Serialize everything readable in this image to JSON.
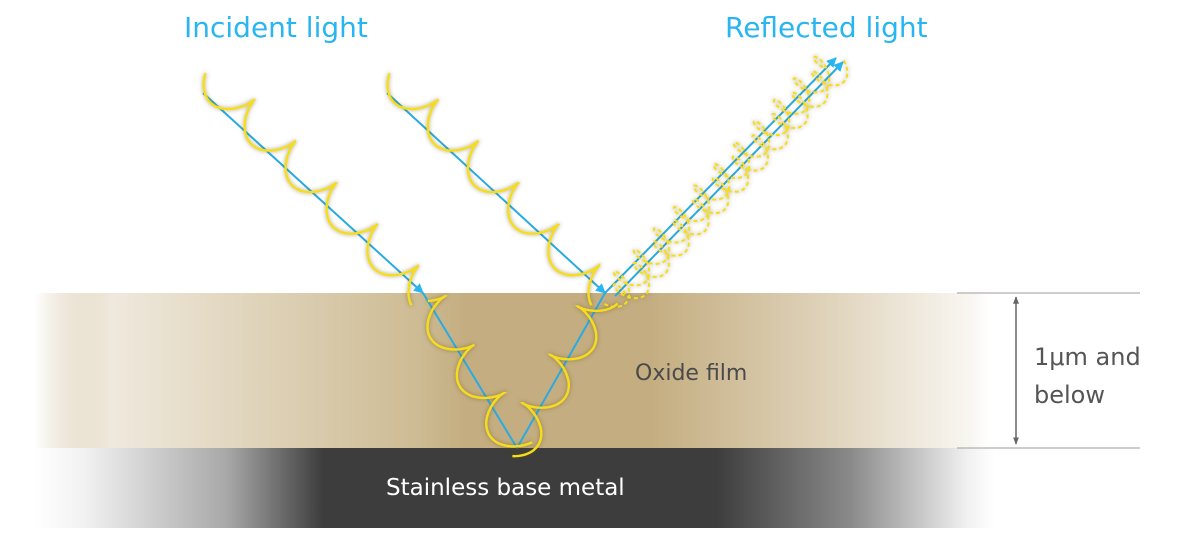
{
  "diagram": {
    "title_incident": "Incident light",
    "title_reflected": "Reflected light",
    "layers": {
      "oxide_film": "Oxide film",
      "base_metal": "Stainless base metal"
    },
    "dimension_label": "1μm and below",
    "dimension_label_lines": [
      "1μm and",
      "below"
    ],
    "colors": {
      "label_blue": "#29B6F0",
      "ray_blue": "#29ABE2",
      "wave_yellow": "#F5DC1E",
      "oxide": "#C4AD80",
      "metal": "#3D3D3D",
      "dimension_gray": "#666666"
    }
  }
}
